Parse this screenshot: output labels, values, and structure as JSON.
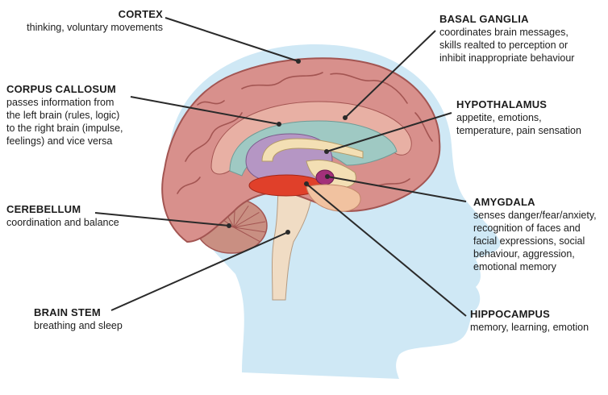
{
  "labels": {
    "cortex": {
      "title": "CORTEX",
      "desc": "thinking, voluntary movements"
    },
    "basal_ganglia": {
      "title": "BASAL GANGLIA",
      "desc": "coordinates brain messages,\nskills realted to perception or\ninhibit inappropriate behaviour"
    },
    "corpus_callosum": {
      "title": "CORPUS CALLOSUM",
      "desc": "passes information from\nthe left brain (rules, logic)\nto the right brain (impulse,\nfeelings) and vice versa"
    },
    "hypothalamus": {
      "title": "HYPOTHALAMUS",
      "desc": "appetite, emotions,\ntemperature, pain sensation"
    },
    "cerebellum": {
      "title": "CEREBELLUM",
      "desc": "coordination and balance"
    },
    "amygdala": {
      "title": "AMYGDALA",
      "desc": "senses danger/fear/anxiety,\nrecognition of faces and\nfacial expressions, social\nbehaviour, aggression,\nemotional memory"
    },
    "brain_stem": {
      "title": "BRAIN STEM",
      "desc": "breathing and sleep"
    },
    "hippocampus": {
      "title": "HIPPOCAMPUS",
      "desc": "memory, learning, emotion"
    }
  },
  "colors": {
    "head": "#cfe8f5",
    "cortex": "#d8908c",
    "cortex_dark": "#a35552",
    "corpus_callosum": "#e8b0a4",
    "basal_ganglia": "#9fc9c3",
    "thalamus": "#b596c4",
    "hypothalamus": "#f3dfb4",
    "amygdala": "#a3307a",
    "hippocampus": "#e0402a",
    "cerebellum": "#c98f82",
    "brain_stem": "#f0dcc4",
    "leader": "#2a2a2a"
  }
}
